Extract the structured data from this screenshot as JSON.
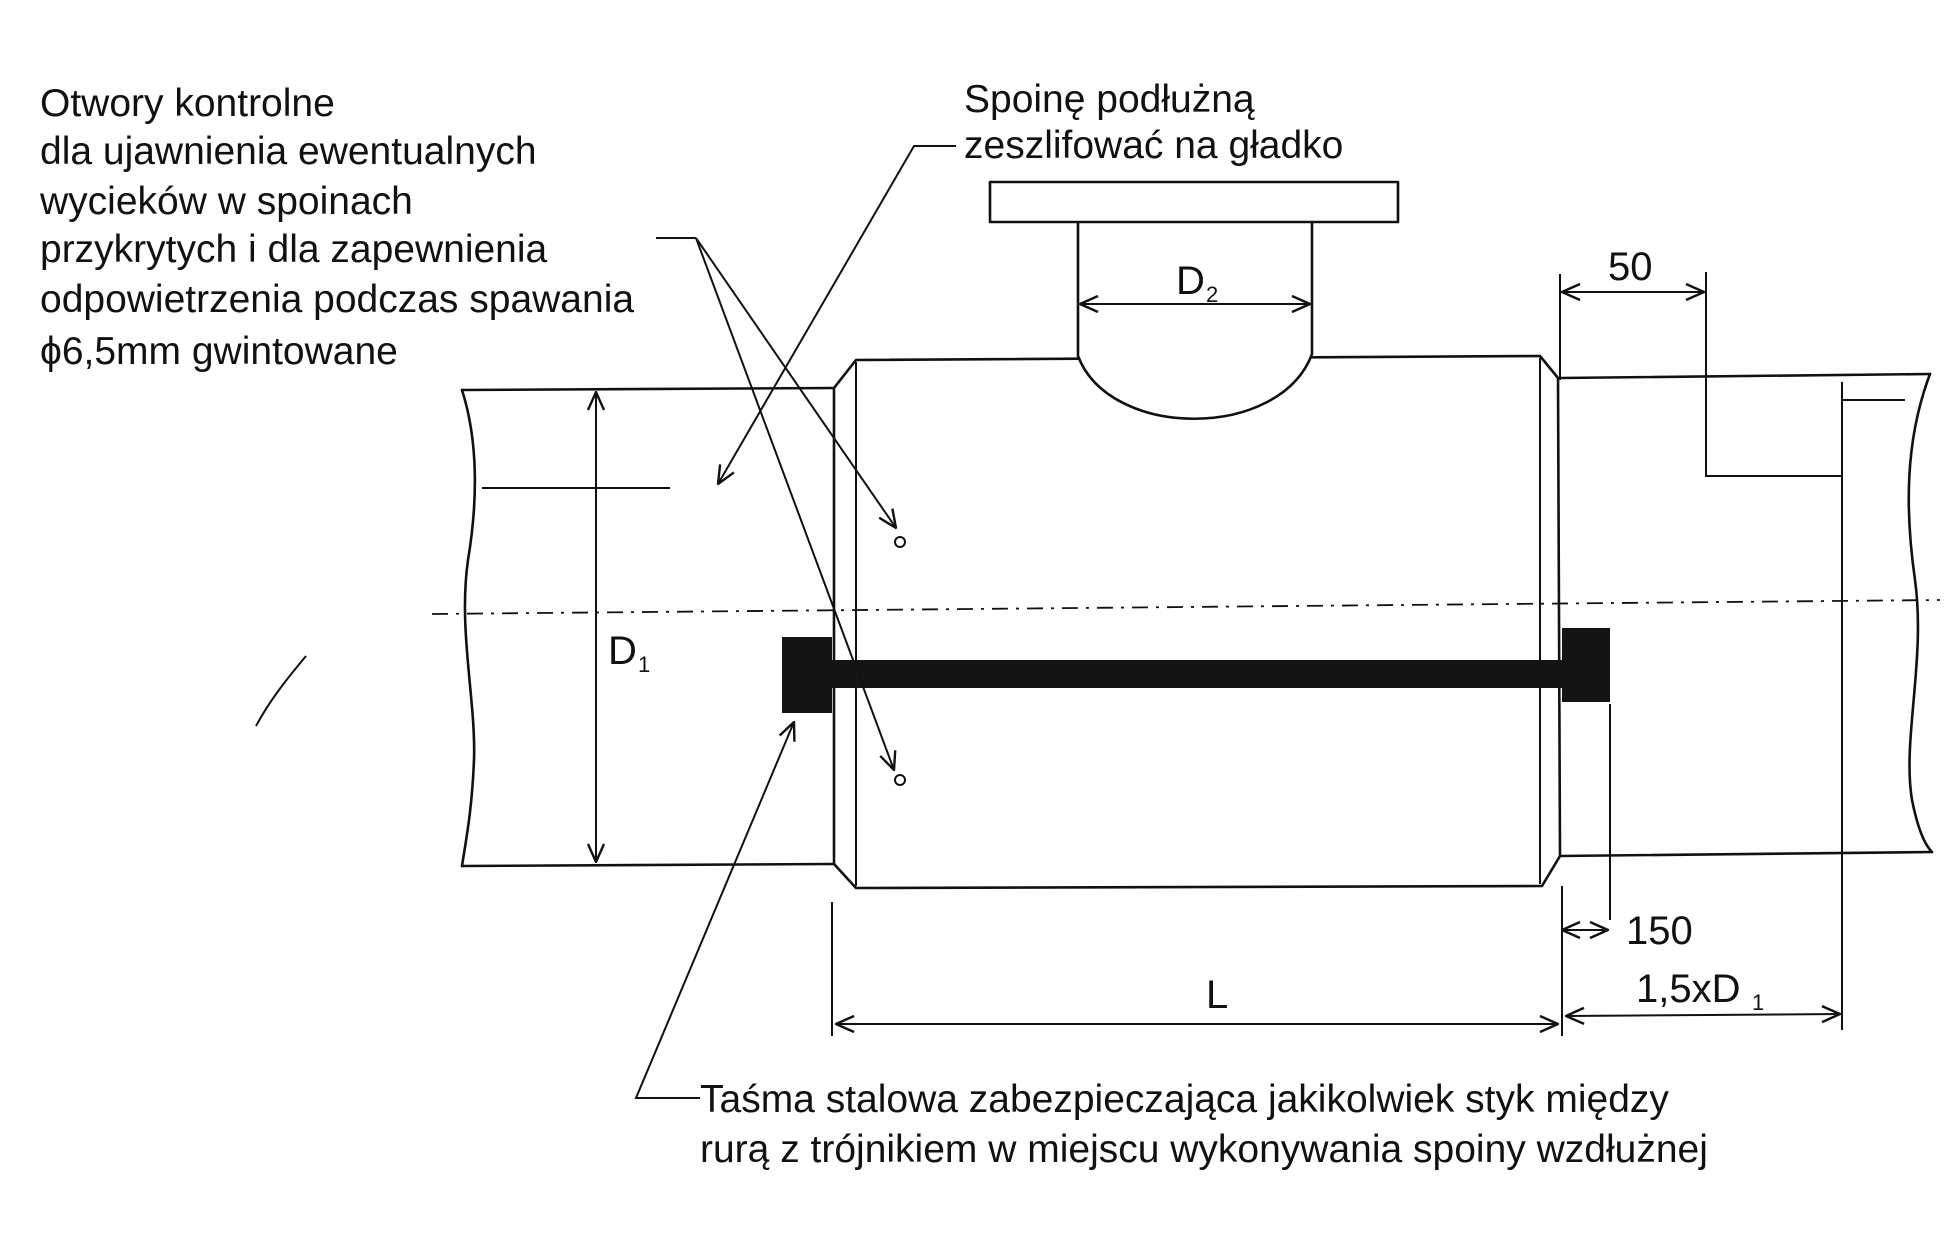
{
  "labels": {
    "control_holes": [
      "Otwory kontrolne",
      "dla ujawnienia ewentualnych",
      "wycieków w spoinach",
      "przykrytych i dla zapewnienia",
      "odpowietrzenia podczas spawania",
      "ϕ6,5mm gwintowane"
    ],
    "weld_note": [
      "Spoinę podłużną",
      "zeszlifować na gładko"
    ],
    "tape_note": [
      "Taśma stalowa zabezpieczająca jakikolwiek styk między",
      "rurą z trójnikiem w miejscu wykonywania spoiny wzdłużnej"
    ]
  },
  "dimensions": {
    "d2_main": "D",
    "d2_sub": "2",
    "d1_main": "D",
    "d1_sub": "1",
    "dim_50": "50",
    "dim_150": "150",
    "dim_L": "L",
    "dim_15d1_main": "1,5xD",
    "dim_15d1_sub": "1"
  },
  "colors": {
    "ink": "#111111",
    "background": "#ffffff"
  }
}
